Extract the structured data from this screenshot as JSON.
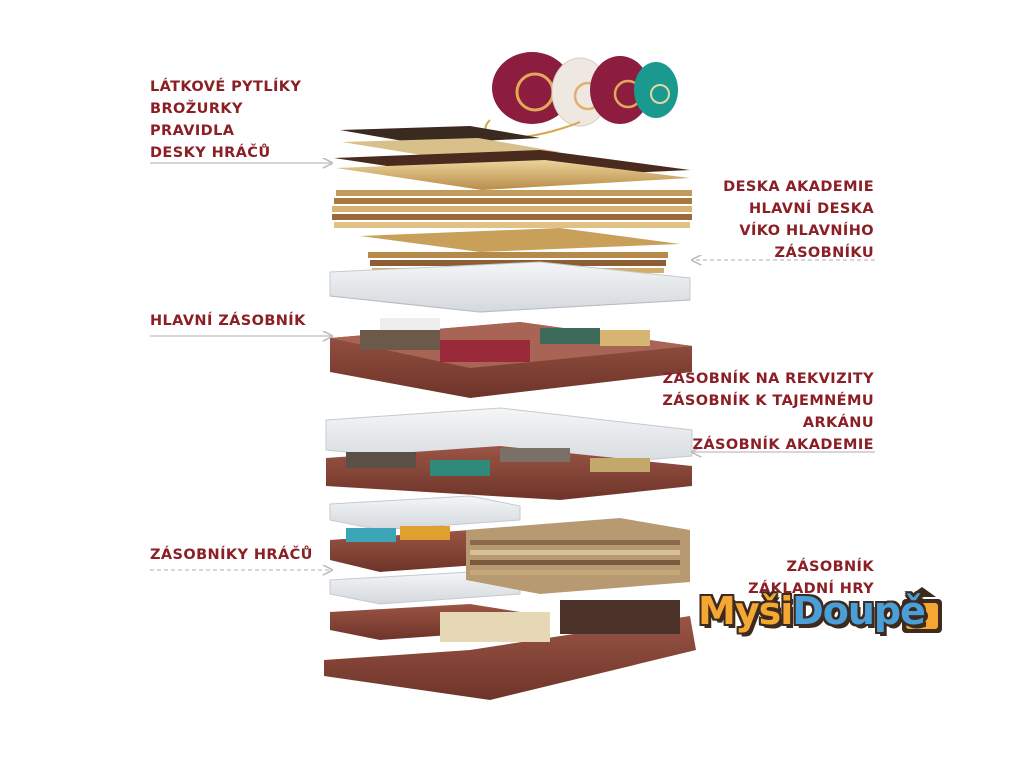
{
  "labels": {
    "top_left": [
      "LÁTKOVÉ PYTLÍKY",
      "BROŽURKY",
      "PRAVIDLA",
      "DESKY HRÁČŮ"
    ],
    "top_right": [
      "DESKA AKADEMIE",
      "HLAVNÍ DESKA",
      "VÍKO HLAVNÍHO",
      "ZÁSOBNÍKU"
    ],
    "main_tray": "HLAVNÍ ZÁSOBNÍK",
    "middle_right": [
      "ZÁSOBNÍK NA REKVIZITY",
      "ZÁSOBNÍK K TAJEMNÉMU",
      "ARKÁNU",
      "ZÁSOBNÍK AKADEMIE"
    ],
    "player_trays": "ZÁSOBNÍKY HRÁČŮ",
    "bottom_right": [
      "ZÁSOBNÍK",
      "ZÁKLADNÍ HRY"
    ]
  },
  "logo": {
    "text_a": "Myši",
    "text_b": "Doupě"
  },
  "colors": {
    "label": "#8b1f25",
    "tray": "#8e4a3c",
    "tray_dark": "#6e3429",
    "board": "#d9b77a",
    "logo_orange": "#f4a733",
    "logo_blue": "#4a9fd8"
  }
}
